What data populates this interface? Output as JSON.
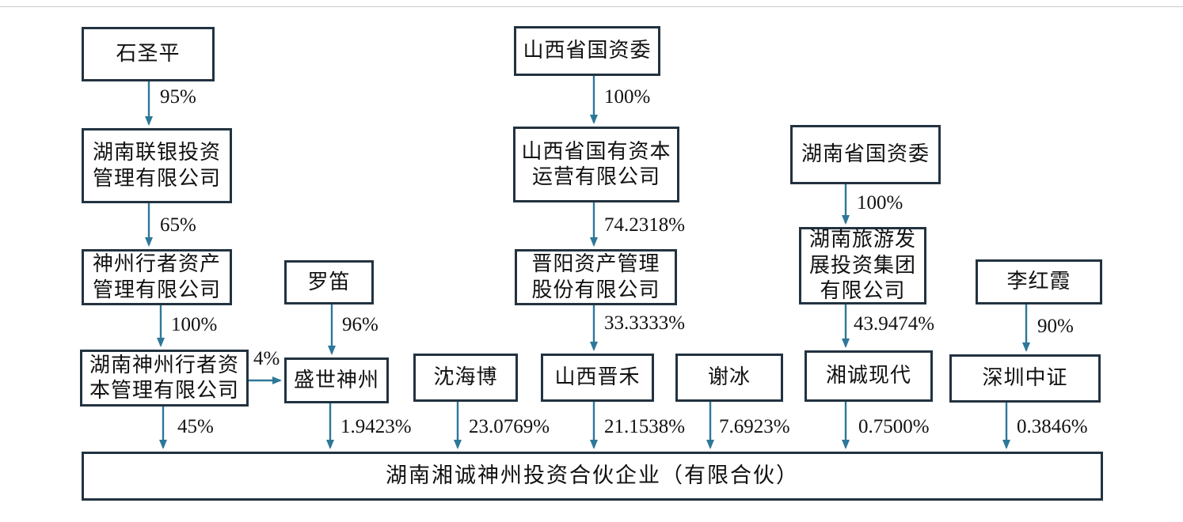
{
  "diagram_title": "equity-ownership-structure",
  "colors": {
    "arrow": "#2d7799",
    "box_border": "#223240",
    "text": "#111111",
    "background": "#ffffff"
  },
  "nodes": {
    "shi_shengping": {
      "label": "石圣平"
    },
    "hunan_lianyin": {
      "label": "湖南联银投资\n管理有限公司"
    },
    "shenzhou_xingzhe": {
      "label": "神州行者资产\n管理有限公司"
    },
    "hunan_shenzhou_xingzhe": {
      "label": "湖南神州行者资\n本管理有限公司"
    },
    "luo_di": {
      "label": "罗笛"
    },
    "shengshi_shenzhou": {
      "label": "盛世神州"
    },
    "shen_haibo": {
      "label": "沈海博"
    },
    "shanxi_guoziwei": {
      "label": "山西省国资委"
    },
    "shanxi_guoyou_ziben": {
      "label": "山西省国有资本\n运营有限公司"
    },
    "jinyang_zichan": {
      "label": "晋阳资产管理\n股份有限公司"
    },
    "shanxi_jinhe": {
      "label": "山西晋禾"
    },
    "xie_bing": {
      "label": "谢冰"
    },
    "hunan_guoziwei": {
      "label": "湖南省国资委"
    },
    "hunan_lvyou": {
      "label": "湖南旅游发\n展投资集团\n有限公司"
    },
    "xiangcheng_xiandai": {
      "label": "湘诚现代"
    },
    "li_hongxia": {
      "label": "李红霞"
    },
    "shenzhen_zhongzheng": {
      "label": "深圳中证"
    },
    "partnership": {
      "label": "湖南湘诚神州投资合伙企业（有限合伙）"
    }
  },
  "edges": {
    "shi_to_lianyin": "95%",
    "lianyin_to_xingzhe": "65%",
    "xingzhe_to_hunan_shenzhou": "100%",
    "hunan_shenzhou_to_partnership": "45%",
    "hunan_shenzhou_to_shengshi": "4%",
    "luodi_to_shengshi": "96%",
    "shengshi_to_partnership": "1.9423%",
    "shenhaibo_to_partnership": "23.0769%",
    "shanxi_gzw_to_ziben": "100%",
    "ziben_to_jinyang": "74.2318%",
    "jinyang_to_jinhe": "33.3333%",
    "jinhe_to_partnership": "21.1538%",
    "xiebing_to_partnership": "7.6923%",
    "hunan_gzw_to_lvyou": "100%",
    "lvyou_to_xiangcheng": "43.9474%",
    "xiangcheng_to_partnership": "0.7500%",
    "lihongxia_to_shenzhen": "90%",
    "shenzhen_to_partnership": "0.3846%"
  }
}
